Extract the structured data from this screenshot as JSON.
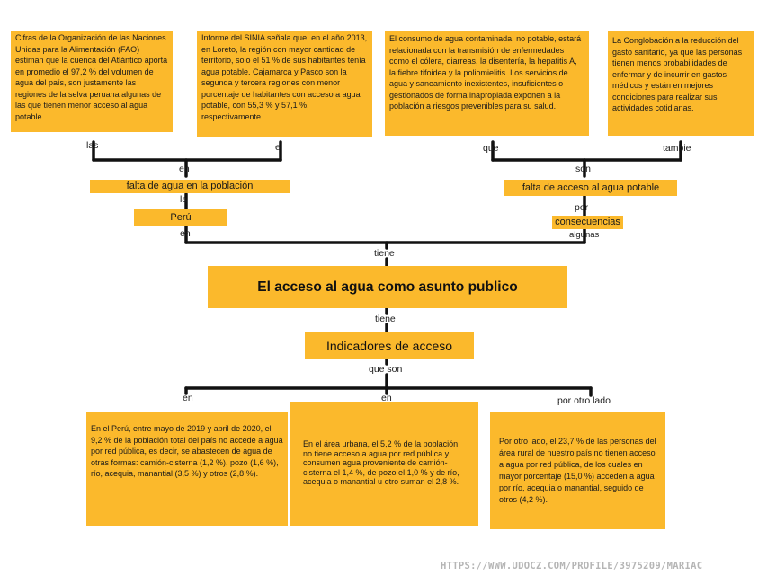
{
  "top_boxes": [
    "Cifras de la Organización de las Naciones Unidas para la Alimentación (FAO) estiman que la cuenca del Atlántico aporta en promedio el 97,2 % del volumen de agua del país, son justamente las regiones de la selva peruana algunas de las que tienen menor acceso al agua potable.",
    "Informe del SINIA señala que, en el año 2013, en Loreto, la región con mayor cantidad de territorio, solo el 51 % de sus habitantes tenía agua potable. Cajamarca y Pasco son la segunda y tercera regiones con menor porcentaje de habitantes con acceso a agua potable, con 55,3 % y 57,1 %, respectivamente.",
    "El consumo de agua contaminada, no potable, estará relacionada con la transmisión de enfermedades como el cólera, diarreas, la disentería, la hepatitis A, la fiebre tifoidea y la poliomielitis. Los servicios de agua y saneamiento inexistentes, insuficientes o gestionados de forma inapropiada exponen a la población a riesgos prevenibles para su salud.",
    " La Conglobación a la reducción del gasto sanitario, ya que las personas tienen menos probabilidades de enfermar y de incurrir en gastos médicos y están en mejores condiciones para realizar sus actividades cotidianas."
  ],
  "connectors": {
    "las": "las",
    "el": "el",
    "que": "que",
    "tambie": "tambie",
    "en_left": "en",
    "son": "son",
    "la": "la",
    "por": "por",
    "en_left2": "en",
    "algunas": "algunas",
    "tiene_top": "tiene",
    "tiene_bottom": "tiene",
    "que_son": "que son",
    "en_b1": "en",
    "en_b2": "en",
    "por_otro_lado": "por otro lado"
  },
  "labels": {
    "falta_agua": "falta de agua en la población",
    "peru": "Perú",
    "falta_acceso": "falta de acceso al agua potable",
    "consecuencias": "consecuencias"
  },
  "main_title": "El acceso al agua como asunto publico",
  "indicadores": "Indicadores de acceso",
  "bottom_boxes": [
    " En el Perú, entre mayo de 2019 y abril de 2020, el 9,2 % de la población total del país no accede a agua por red pública, es decir, se abastecen de agua de otras formas: camión-cisterna (1,2 %), pozo (1,6 %), río, acequia, manantial (3,5 %) y otros (2,8 %).",
    "En el área urbana, el 5,2 % de la población no tiene acceso a agua por red pública y consumen agua proveniente de camión-cisterna el 1,4 %, de pozo el 1,0 % y de río, acequia o manantial u otro suman el 2,8 %.",
    "  Por otro lado, el 23,7 % de las personas del área rural de nuestro país no tienen acceso a agua por red pública, de los cuales en mayor porcentaje (15,0 %) acceden a agua por río, acequia o manantial, seguido de otros (4,2 %)."
  ],
  "footer_url": "HTTPS://WWW.UDOCZ.COM/PROFILE/3975209/MARIAC"
}
